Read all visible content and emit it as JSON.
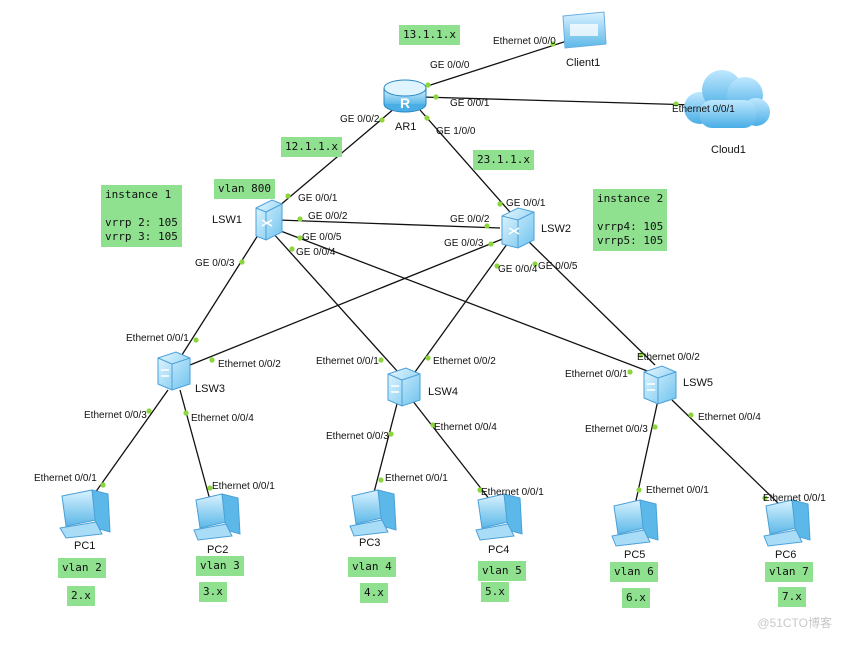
{
  "colors": {
    "link": "#111111",
    "port_dot": "#8bd63c",
    "label_bg": "#8fe08f"
  },
  "devices": {
    "ar1": "AR1",
    "client1": "Client1",
    "cloud1": "Cloud1",
    "lsw1": "LSW1",
    "lsw2": "LSW2",
    "lsw3": "LSW3",
    "lsw4": "LSW4",
    "lsw5": "LSW5",
    "pc1": "PC1",
    "pc2": "PC2",
    "pc3": "PC3",
    "pc4": "PC4",
    "pc5": "PC5",
    "pc6": "PC6"
  },
  "ports": {
    "ar1_client": "GE 0/0/0",
    "client_ar1": "Ethernet 0/0/0",
    "ar1_cloud": "GE 0/0/1",
    "cloud_ar1": "Ethernet 0/0/1",
    "ar1_lsw1": "GE 0/0/2",
    "ar1_lsw2": "GE 1/0/0",
    "lsw1_ar1": "GE 0/0/1",
    "lsw1_lsw2": "GE 0/0/2",
    "lsw1_lsw5": "GE 0/0/5",
    "lsw1_lsw4": "GE 0/0/4",
    "lsw1_lsw3": "GE 0/0/3",
    "lsw2_ar1": "GE 0/0/1",
    "lsw2_lsw1": "GE 0/0/2",
    "lsw2_lsw3": "GE 0/0/3",
    "lsw2_lsw4": "GE 0/0/4",
    "lsw2_lsw5": "GE 0/0/5",
    "lsw3_lsw1": "Ethernet 0/0/1",
    "lsw3_lsw2": "Ethernet 0/0/2",
    "lsw3_pc1": "Ethernet 0/0/3",
    "lsw3_pc2": "Ethernet 0/0/4",
    "lsw4_lsw1": "Ethernet 0/0/1",
    "lsw4_lsw2": "Ethernet 0/0/2",
    "lsw4_pc3": "Ethernet 0/0/3",
    "lsw4_pc4": "Ethernet 0/0/4",
    "lsw5_lsw1": "Ethernet 0/0/1",
    "lsw5_lsw2": "Ethernet 0/0/2",
    "lsw5_pc5": "Ethernet 0/0/3",
    "lsw5_pc6": "Ethernet 0/0/4",
    "pc1": "Ethernet 0/0/1",
    "pc2": "Ethernet 0/0/1",
    "pc3": "Ethernet 0/0/1",
    "pc4": "Ethernet 0/0/1",
    "pc5": "Ethernet 0/0/1",
    "pc6": "Ethernet 0/0/1"
  },
  "labels": {
    "net_client": "13.1.1.x",
    "net_lsw1": "12.1.1.x",
    "net_lsw2": "23.1.1.x",
    "vlan800": "vlan 800",
    "instance1": "instance 1\n\nvrrp 2: 105\nvrrp 3: 105",
    "instance2": "instance 2\n\nvrrp4: 105\nvrrp5: 105",
    "pc_vlans": [
      "vlan 2",
      "vlan 3",
      "vlan 4",
      "vlan 5",
      "vlan 6",
      "vlan 7"
    ],
    "pc_nets": [
      "2.x",
      "3.x",
      "4.x",
      "5.x",
      "6.x",
      "7.x"
    ]
  },
  "watermark": "@51CTO博客"
}
